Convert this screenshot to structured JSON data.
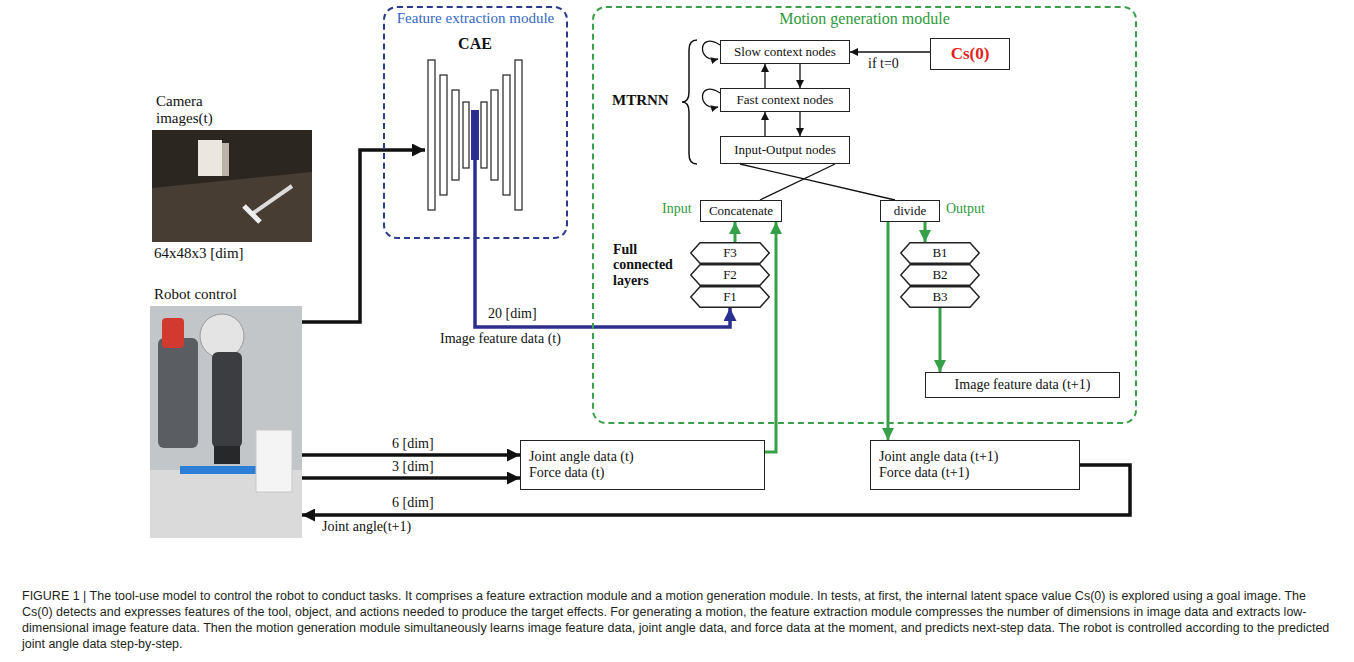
{
  "diagram": {
    "caption": "FIGURE 1 | The tool-use model to control the robot to conduct tasks. It comprises a feature extraction module and a motion generation module. In tests, at first, the internal latent space value Cs(0) is explored using a goal image. The Cs(0) detects and expresses features of the tool, object, and actions needed to produce the target effects. For generating a motion, the feature extraction module compresses the number of dimensions in image data and extracts low-dimensional image feature data. Then the motion generation module simultaneously learns image feature data, joint angle data, and force data at the moment, and predicts next-step data. The robot is controlled according to the predicted joint angle data step-by-step.",
    "nodes": [
      {
        "text": [
          "Camera images(t)",
          "64x48x3 [dim]"
        ]
      },
      {
        "text": [
          "Robot control"
        ]
      },
      {
        "text": [
          "Feature extraction module"
        ]
      },
      {
        "text": [
          "CAE"
        ],
        "in": 2
      },
      {
        "text": [
          "Motion generation module"
        ]
      },
      {
        "text": [
          "Slow context nodes"
        ],
        "in": 4
      },
      {
        "text": [
          "Fast context nodes"
        ],
        "in": 4
      },
      {
        "text": [
          "Input-Output nodes"
        ],
        "in": 4
      },
      {
        "text": [
          "Cs(0)"
        ],
        "in": 4
      },
      {
        "text": [
          "Concatenate"
        ],
        "in": 4
      },
      {
        "text": [
          "divide"
        ],
        "in": 4
      },
      {
        "text": [
          "F3"
        ],
        "in": 4
      },
      {
        "text": [
          "F2"
        ],
        "in": 4
      },
      {
        "text": [
          "F1"
        ],
        "in": 4
      },
      {
        "text": [
          "B1"
        ],
        "in": 4
      },
      {
        "text": [
          "B2"
        ],
        "in": 4
      },
      {
        "text": [
          "B3"
        ],
        "in": 4
      },
      {
        "text": [
          "Joint angle data (t)",
          "Force data (t)"
        ]
      },
      {
        "text": [
          "Joint angle data (t+1)",
          "Force data (t+1)"
        ]
      },
      {
        "text": [
          "Image feature data (t+1)"
        ],
        "in": 4
      }
    ],
    "edges": [
      {
        "from": 1,
        "to": 3,
        "arrow": "to"
      },
      {
        "from": 3,
        "to": 13,
        "arrow": "to"
      },
      {
        "from": 1,
        "to": 17,
        "label": "6 [dim]",
        "arrow": "to"
      },
      {
        "from": 1,
        "to": 17,
        "label": "3 [dim]",
        "arrow": "to"
      },
      {
        "from": 17,
        "to": 9,
        "arrow": "to"
      },
      {
        "from": 11,
        "to": 9,
        "arrow": "to"
      },
      {
        "from": 9,
        "to": 7,
        "arrow": "none"
      },
      {
        "from": 7,
        "to": 6,
        "arrow": "to"
      },
      {
        "from": 6,
        "to": 7,
        "arrow": "to"
      },
      {
        "from": 6,
        "to": 5,
        "arrow": "to"
      },
      {
        "from": 5,
        "to": 6,
        "arrow": "to"
      },
      {
        "from": 8,
        "to": 5,
        "label": "if t=0",
        "arrow": "to"
      },
      {
        "from": 7,
        "to": 10,
        "arrow": "none"
      },
      {
        "from": 10,
        "to": 14,
        "arrow": "to"
      },
      {
        "from": 10,
        "to": 18,
        "arrow": "to"
      },
      {
        "from": 16,
        "to": 19,
        "arrow": "to"
      },
      {
        "from": 18,
        "to": 1,
        "label": "6 [dim]",
        "arrow": "to"
      }
    ],
    "labels": [
      "MTRNN",
      "Full connected layers",
      "Input",
      "Output",
      "20 [dim]",
      "Image feature data (t)",
      "Joint angle(t+1)"
    ]
  }
}
